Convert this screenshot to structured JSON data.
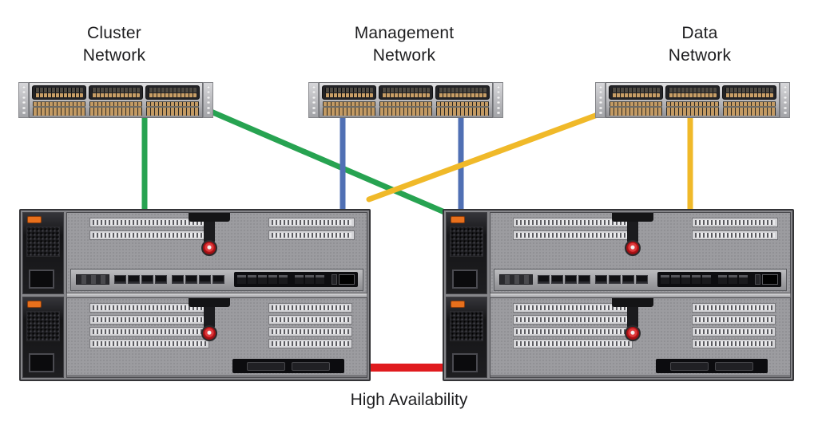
{
  "labels": {
    "cluster": {
      "line1": "Cluster",
      "line2": "Network"
    },
    "management": {
      "line1": "Management",
      "line2": "Network"
    },
    "data": {
      "line1": "Data",
      "line2": "Network"
    },
    "high_availability": "High Availability"
  },
  "colors": {
    "cluster_link": "#27a351",
    "management_link": "#5070b4",
    "data_link": "#f0b929",
    "ha_link": "#e01b1e"
  },
  "connections": [
    {
      "from": "cluster-network-switch",
      "to": "storage-node-a",
      "color": "#27a351"
    },
    {
      "from": "cluster-network-switch",
      "to": "storage-node-b",
      "color": "#27a351"
    },
    {
      "from": "management-network-switch",
      "to": "storage-node-a",
      "color": "#5070b4"
    },
    {
      "from": "management-network-switch",
      "to": "storage-node-b",
      "color": "#5070b4"
    },
    {
      "from": "data-network-switch",
      "to": "storage-node-a",
      "color": "#f0b929"
    },
    {
      "from": "data-network-switch",
      "to": "storage-node-b",
      "color": "#f0b929"
    },
    {
      "from": "storage-node-a",
      "to": "storage-node-b",
      "color": "#e01b1e",
      "label": "High Availability"
    }
  ]
}
